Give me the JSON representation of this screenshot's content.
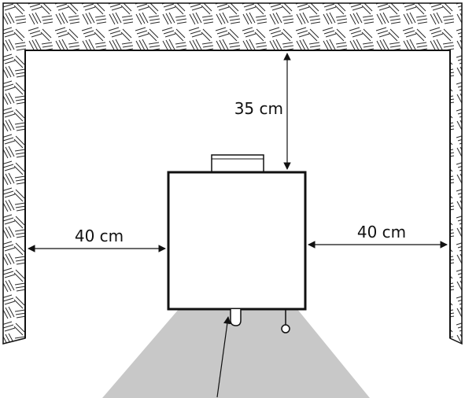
{
  "diagram": {
    "clearances": {
      "top": "35 cm",
      "left": "40 cm",
      "right": "40 cm"
    },
    "colors": {
      "wall_fill": "#ffffff",
      "wall_hatch": "#2a2a2a",
      "heater_stroke": "#111111",
      "heater_fill": "#ffffff",
      "floor_shadow": "#c8c8c8",
      "dimension_line": "#111111"
    }
  }
}
